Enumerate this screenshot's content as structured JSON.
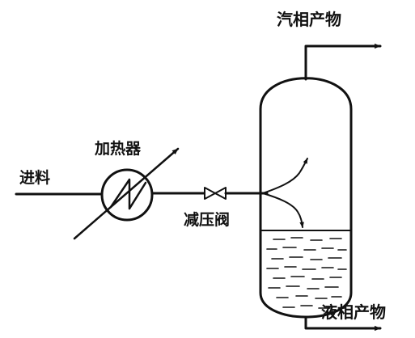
{
  "labels": {
    "feed": "进料",
    "heater": "加热器",
    "valve": "减压阀",
    "vapor_product": "汽相产物",
    "liquid_product": "液相产物"
  },
  "colors": {
    "line": "#111111",
    "background": "#ffffff"
  }
}
